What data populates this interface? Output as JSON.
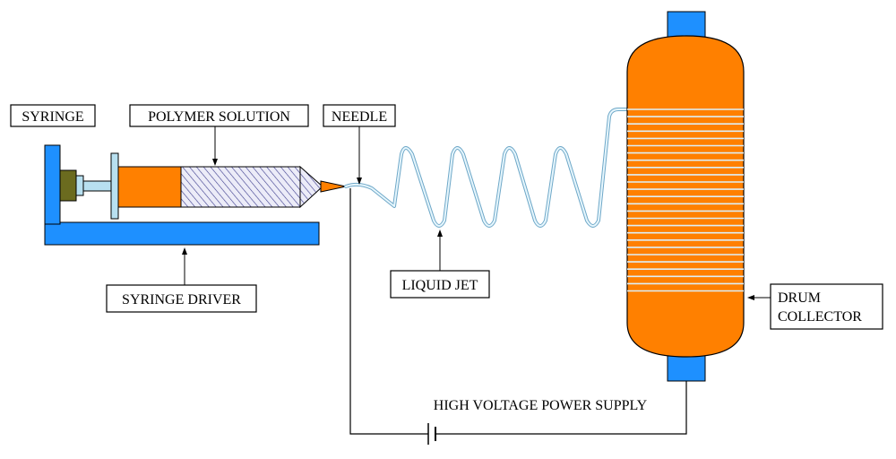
{
  "labels": {
    "syringe": "SYRINGE",
    "polymer_solution": "POLYMER SOLUTION",
    "needle": "NEEDLE",
    "syringe_driver": "SYRINGE DRIVER",
    "liquid_jet": "LIQUID JET",
    "drum_collector_line1": "DRUM",
    "drum_collector_line2": "COLLECTOR",
    "power_supply": "HIGH VOLTAGE POWER SUPPLY"
  },
  "colors": {
    "driver_blue": "#1E90FF",
    "syringe_orange": "#FF8000",
    "drum_orange": "#FF8000",
    "cap_blue": "#1E90FF",
    "jet_blue": "#A8D8F0",
    "solution_hatch": "#3A3A8C",
    "plunger_olive": "#6B6B1F",
    "rod_light_blue": "#B8E0F0"
  }
}
